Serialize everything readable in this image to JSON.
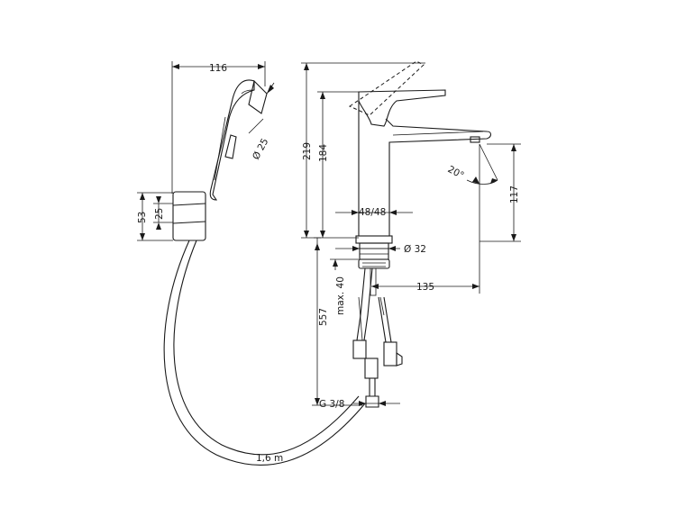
{
  "drawing": {
    "dimensions": {
      "width_116": "116",
      "height_219": "219",
      "height_184": "184",
      "diameter_25": "Ø 25",
      "holder_53": "53",
      "holder_25": "25",
      "angle_20": "20°",
      "height_117": "117",
      "width_48_48": "48/48",
      "diameter_32": "Ø 32",
      "reach_135": "135",
      "max_40": "max. 40",
      "length_557": "557",
      "thread_g38": "G 3/8",
      "hose_length": "1,6 m"
    }
  }
}
